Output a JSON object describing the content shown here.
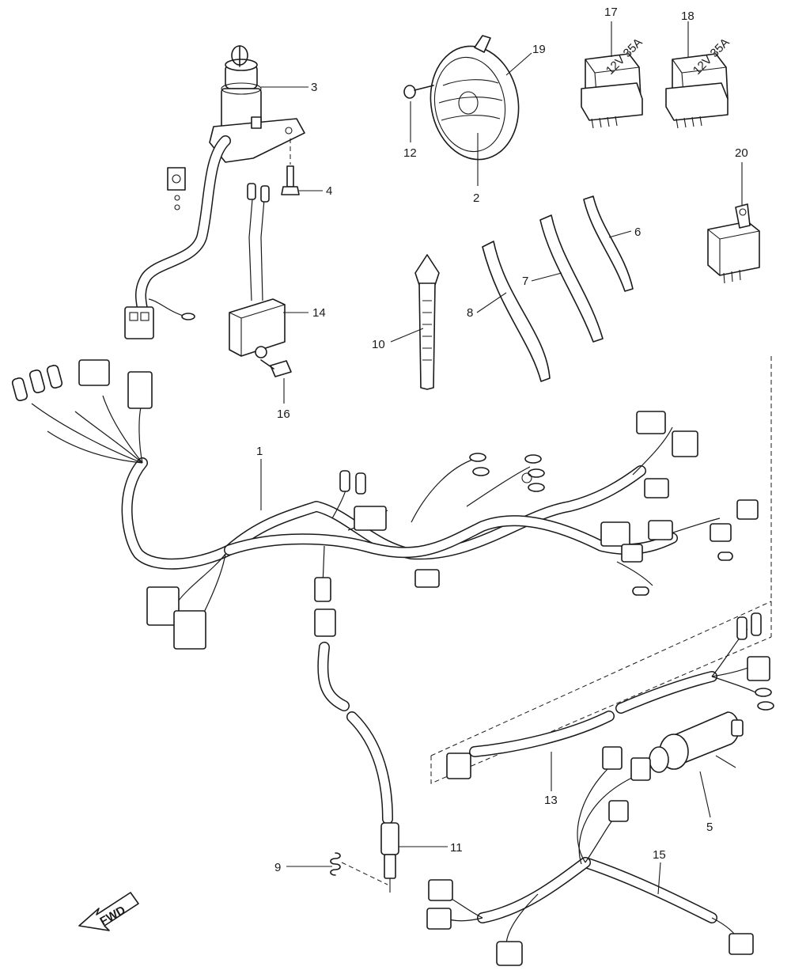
{
  "callouts": {
    "c1": "1",
    "c2": "2",
    "c3": "3",
    "c4": "4",
    "c5": "5",
    "c6": "6",
    "c7": "7",
    "c8": "8",
    "c9": "9",
    "c10": "10",
    "c11": "11",
    "c12": "12",
    "c13": "13",
    "c14": "14",
    "c15": "15",
    "c16": "16",
    "c17": "17",
    "c18": "18",
    "c19": "19",
    "c20": "20"
  },
  "fwd_label": "FWD",
  "relay_marking": "12V 35A"
}
